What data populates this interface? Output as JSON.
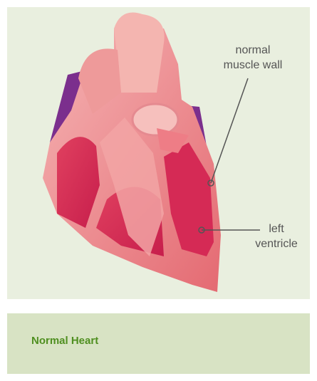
{
  "diagram": {
    "labels": {
      "muscle_line1": "normal",
      "muscle_line2": "muscle wall",
      "ventricle_line1": "left",
      "ventricle_line2": "ventricle"
    },
    "caption": "Normal Heart",
    "colors": {
      "panel": "#e9efdf",
      "caption_bar": "#d8e3c4",
      "caption_text": "#4f8f20",
      "heart_outer": "#e8777c",
      "heart_light": "#f2a4a4",
      "chamber": "#d52a55",
      "vein": "#7b2f8d",
      "leader": "#555555"
    }
  }
}
